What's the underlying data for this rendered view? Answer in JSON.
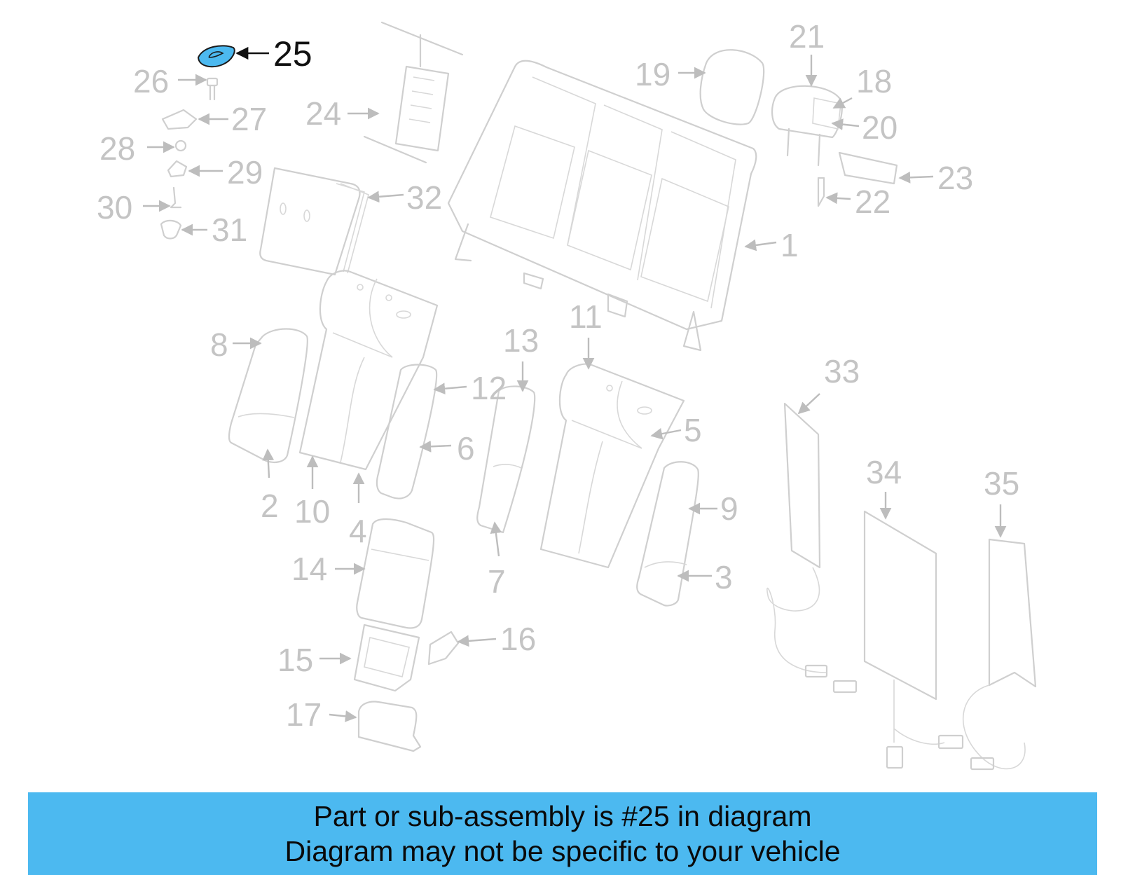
{
  "diagram": {
    "highlighted_part": "25",
    "highlight_color": "#4cb9f0",
    "callouts": [
      {
        "id": "c1",
        "label": "1"
      },
      {
        "id": "c2",
        "label": "2"
      },
      {
        "id": "c3",
        "label": "3"
      },
      {
        "id": "c4",
        "label": "4"
      },
      {
        "id": "c5",
        "label": "5"
      },
      {
        "id": "c6",
        "label": "6"
      },
      {
        "id": "c7",
        "label": "7"
      },
      {
        "id": "c8",
        "label": "8"
      },
      {
        "id": "c9",
        "label": "9"
      },
      {
        "id": "c10",
        "label": "10"
      },
      {
        "id": "c11",
        "label": "11"
      },
      {
        "id": "c12",
        "label": "12"
      },
      {
        "id": "c13",
        "label": "13"
      },
      {
        "id": "c14",
        "label": "14"
      },
      {
        "id": "c15",
        "label": "15"
      },
      {
        "id": "c16",
        "label": "16"
      },
      {
        "id": "c17",
        "label": "17"
      },
      {
        "id": "c18",
        "label": "18"
      },
      {
        "id": "c19",
        "label": "19"
      },
      {
        "id": "c20",
        "label": "20"
      },
      {
        "id": "c21",
        "label": "21"
      },
      {
        "id": "c22",
        "label": "22"
      },
      {
        "id": "c23",
        "label": "23"
      },
      {
        "id": "c24",
        "label": "24"
      },
      {
        "id": "c25",
        "label": "25"
      },
      {
        "id": "c26",
        "label": "26"
      },
      {
        "id": "c27",
        "label": "27"
      },
      {
        "id": "c28",
        "label": "28"
      },
      {
        "id": "c29",
        "label": "29"
      },
      {
        "id": "c30",
        "label": "30"
      },
      {
        "id": "c31",
        "label": "31"
      },
      {
        "id": "c32",
        "label": "32"
      },
      {
        "id": "c33",
        "label": "33"
      },
      {
        "id": "c34",
        "label": "34"
      },
      {
        "id": "c35",
        "label": "35"
      }
    ]
  },
  "banner": {
    "line1": "Part or sub-assembly is #25 in diagram",
    "line2": "Diagram may not be specific to your vehicle",
    "background": "#4cb9f0"
  }
}
